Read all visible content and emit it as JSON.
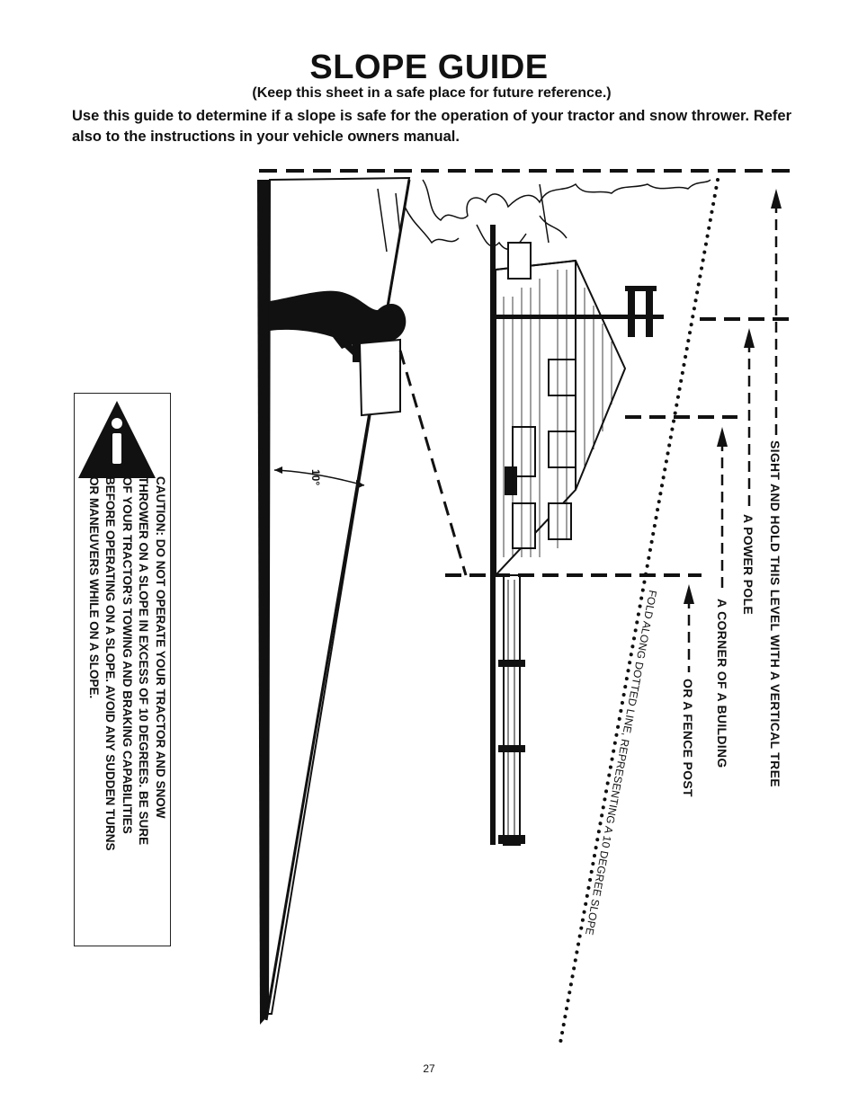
{
  "title": "SLOPE GUIDE",
  "subtitle": "(Keep this sheet in a safe place for future reference.)",
  "intro": "Use this guide to determine if a slope is safe for the operation of your tractor and snow thrower. Refer also to the instructions in your vehicle owners manual.",
  "caution": {
    "icon": "warning-triangle-icon",
    "text": "CAUTION:  DO NOT OPERATE YOUR TRACTOR AND SNOW\nTHROWER ON A SLOPE IN EXCESS OF 10 DEGREES. BE SURE\nOF YOUR TRACTOR'S TOWING AND BRAKING CAPABILITIES\nBEFORE OPERATING ON A SLOPE. AVOID ANY SUDDEN TURNS\nOR MANEUVERS WHILE ON A SLOPE."
  },
  "angle_label": "10°",
  "references": {
    "tree": "SIGHT AND HOLD THIS LEVEL WITH A VERTICAL TREE",
    "pole": "A POWER POLE",
    "building": "A CORNER OF A BUILDING",
    "fence": "OR A FENCE POST"
  },
  "fold_instruction": "FOLD ALONG DOTTED LINE, REPRESENTING A 10 DEGREE SLOPE",
  "page_number": "27"
}
